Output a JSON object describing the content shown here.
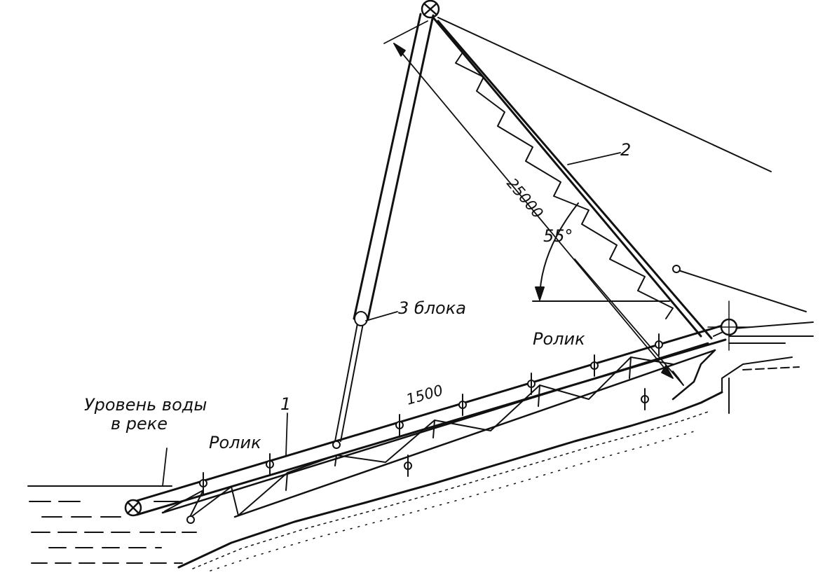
{
  "labels": {
    "water_level_line1": "Уровень воды",
    "water_level_line2": "в реке",
    "roller_left": "Ролик",
    "roller_right": "Ролик",
    "blocks": "3 блока",
    "part_1": "1",
    "part_2": "2",
    "dim_length": "1500",
    "dim_boom": "25000",
    "angle": "55°"
  }
}
